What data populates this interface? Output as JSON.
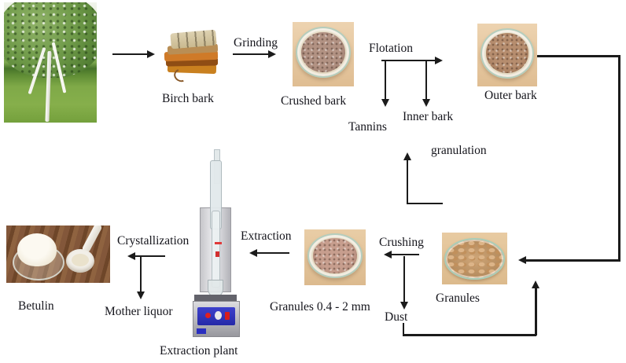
{
  "diagram": {
    "type": "process-flow",
    "labels": {
      "birch_bark": "Birch bark",
      "grinding": "Grinding",
      "crushed_bark": "Crushed bark",
      "flotation": "Flotation",
      "tannins": "Tannins",
      "inner_bark": "Inner bark",
      "outer_bark": "Outer bark",
      "granulation": "granulation",
      "crushing": "Crushing",
      "granules": "Granules",
      "dust": "Dust",
      "granules_sized": "Granules 0.4 - 2 mm",
      "extraction": "Extraction",
      "extraction_plant": "Extraction plant",
      "crystallization": "Crystallization",
      "mother_liquor": "Mother liquor",
      "betulin": "Betulin"
    },
    "flow": [
      "Birch tree -> Birch bark",
      "Birch bark -(Grinding)-> Crushed bark",
      "Crushed bark -(Flotation)-> Outer bark",
      "Flotation -> Tannins",
      "Flotation -> Inner bark",
      "granulation -> up toward Inner bark",
      "Outer bark -> Granules",
      "Granules -(Crushing)-> Granules 0.4 - 2 mm",
      "Crushing -> Dust",
      "Dust -> back to Granules",
      "Granules 0.4 - 2 mm -(Extraction)-> Extraction plant",
      "Extraction plant -(Crystallization)-> Betulin",
      "Crystallization -> Mother liquor"
    ],
    "colors": {
      "background": "#ffffff",
      "text": "#15151c",
      "arrow": "#1b1b1b",
      "dish_background": "#e8cba6",
      "plant_base_blue": "#2d31b8"
    }
  }
}
